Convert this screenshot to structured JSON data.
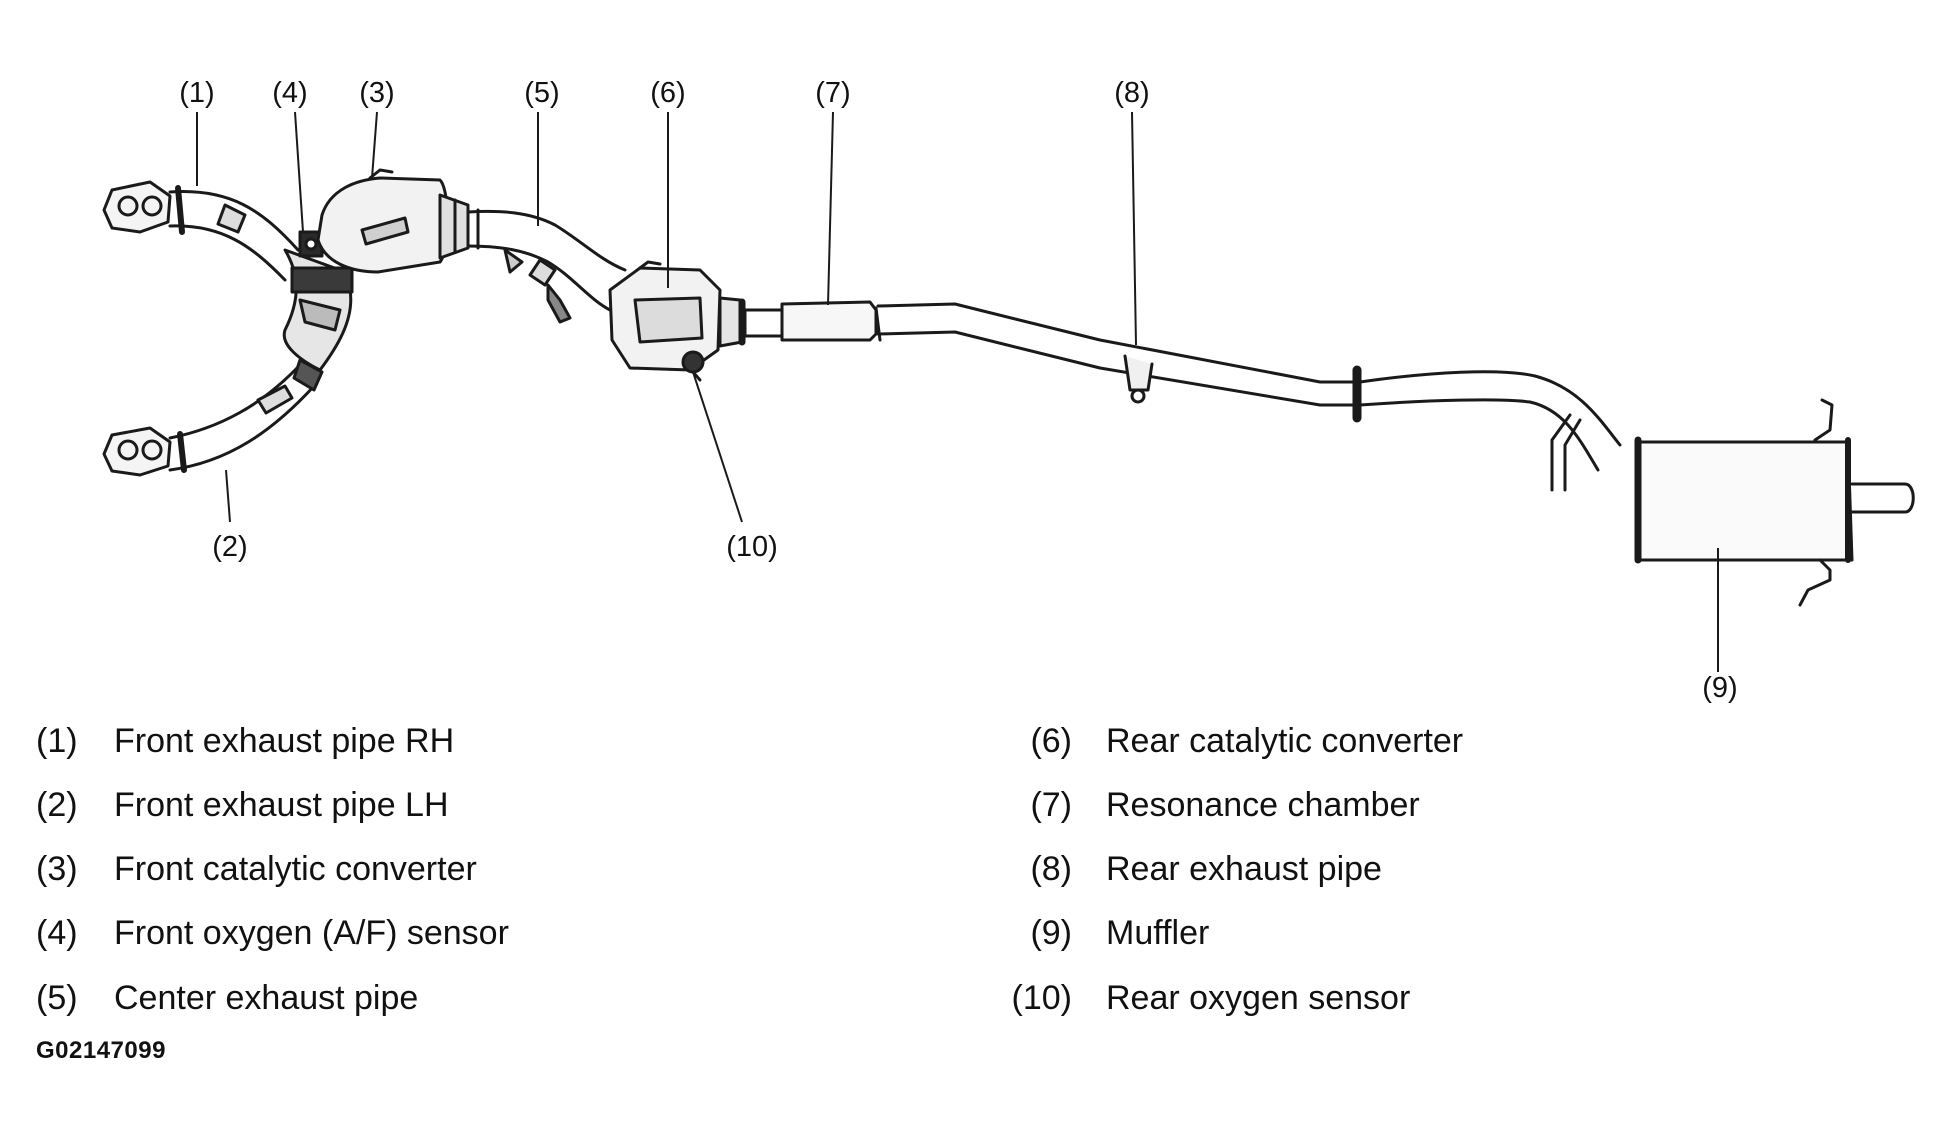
{
  "callouts": [
    "(1)",
    "(2)",
    "(3)",
    "(4)",
    "(5)",
    "(6)",
    "(7)",
    "(8)",
    "(9)",
    "(10)"
  ],
  "legend": [
    {
      "num": "(1)",
      "text": "Front exhaust pipe RH"
    },
    {
      "num": "(2)",
      "text": "Front exhaust pipe LH"
    },
    {
      "num": "(3)",
      "text": "Front catalytic converter"
    },
    {
      "num": "(4)",
      "text": "Front oxygen (A/F) sensor"
    },
    {
      "num": "(5)",
      "text": "Center exhaust pipe"
    },
    {
      "num": "(6)",
      "text": "Rear catalytic converter"
    },
    {
      "num": "(7)",
      "text": "Resonance chamber"
    },
    {
      "num": "(8)",
      "text": "Rear exhaust pipe"
    },
    {
      "num": "(9)",
      "text": "Muffler"
    },
    {
      "num": "(10)",
      "text": "Rear oxygen sensor"
    }
  ],
  "figure_id": "G02147099"
}
